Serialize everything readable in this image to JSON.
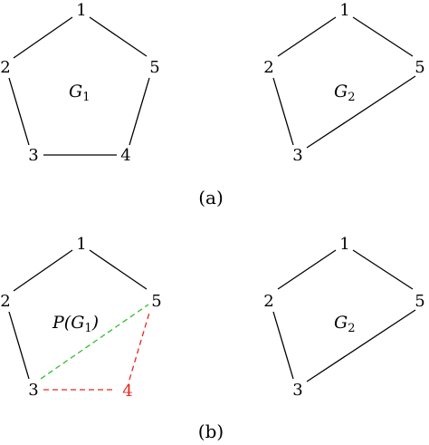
{
  "vertex_labels": {
    "v1": "1",
    "v2": "2",
    "v3": "3",
    "v4": "4",
    "v5": "5"
  },
  "graph_labels": {
    "g1": "G",
    "g1_sub": "1",
    "g2": "G",
    "g2_sub": "2",
    "pg1_prefix": "P(",
    "pg1_G": "G",
    "pg1_sub": "1",
    "pg1_suffix": ")"
  },
  "captions": {
    "a": "(a)",
    "b": "(b)"
  },
  "colors": {
    "removed_vertex": "#e8261c",
    "new_edge": "#2fbf2f"
  }
}
